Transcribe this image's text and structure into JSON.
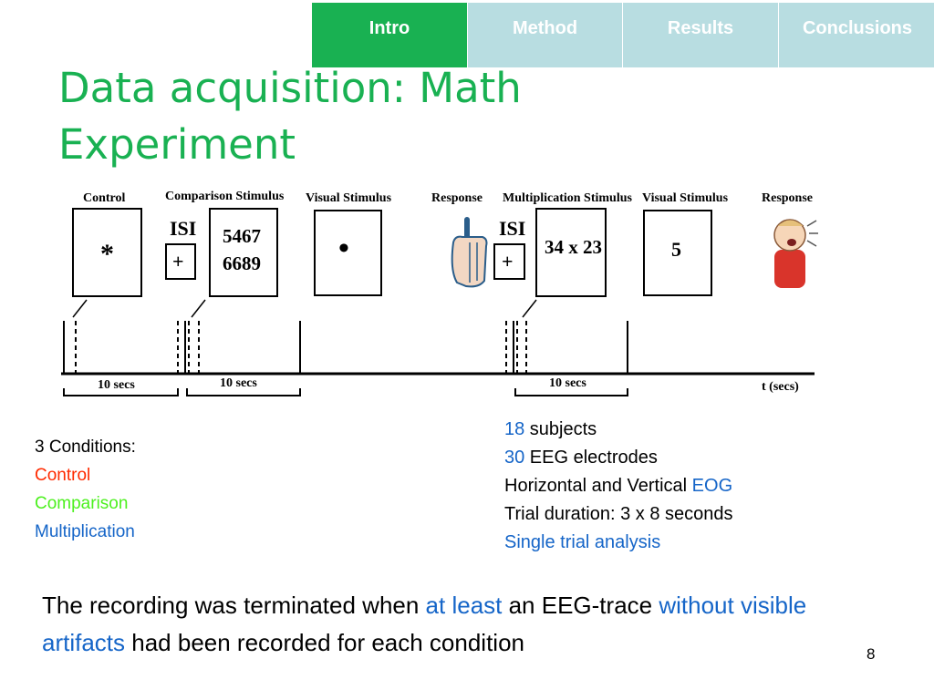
{
  "nav": {
    "tabs": [
      {
        "label": "Intro",
        "active": true
      },
      {
        "label": "Method",
        "active": false
      },
      {
        "label": "Results",
        "active": false
      },
      {
        "label": "Conclusions",
        "active": false
      }
    ],
    "active_color": "#19b152",
    "inactive_color": "#b8dde1"
  },
  "title": "Data acquisition: Math Experiment",
  "diagram": {
    "labels": {
      "control": "Control",
      "comparison": "Comparison Stimulus",
      "visual1": "Visual Stimulus",
      "response1": "Response",
      "multiplication": "Multiplication Stimulus",
      "visual2": "Visual Stimulus",
      "response2": "Response"
    },
    "isi1": "ISI",
    "isi1_symbol": "+",
    "isi2": "ISI",
    "isi2_symbol": "+",
    "control_symbol": "*",
    "comparison_line1": "5467",
    "comparison_line2": "6689",
    "visual1_symbol": "•",
    "multiplication_expr": "34 x 23",
    "visual2_value": "5",
    "duration1": "10 secs",
    "duration2": "10 secs",
    "duration3": "10 secs",
    "axis_label": "t (secs)",
    "hand_icon": "pointing-hand-icon",
    "person_icon": "speaking-person-icon"
  },
  "conditions": {
    "heading": "3 Conditions:",
    "items": [
      "Control",
      "Comparison",
      "Multiplication"
    ],
    "colors": [
      "#ff2a00",
      "#4cf01e",
      "#1565c8"
    ]
  },
  "facts": {
    "subjects_num": "18",
    "subjects_text": " subjects",
    "electrodes_num": "30",
    "electrodes_text": " EEG electrodes",
    "eog_text": "Horizontal and Vertical ",
    "eog_highlight": "EOG",
    "trial_duration": "Trial duration: 3 x 8 seconds",
    "analysis": "Single trial analysis"
  },
  "note": {
    "part1": "The recording was terminated when ",
    "highlight1": "at least",
    "part2": " an EEG-trace ",
    "highlight2": "without visible artifacts",
    "part3": " had been recorded for each condition"
  },
  "page_number": "8"
}
